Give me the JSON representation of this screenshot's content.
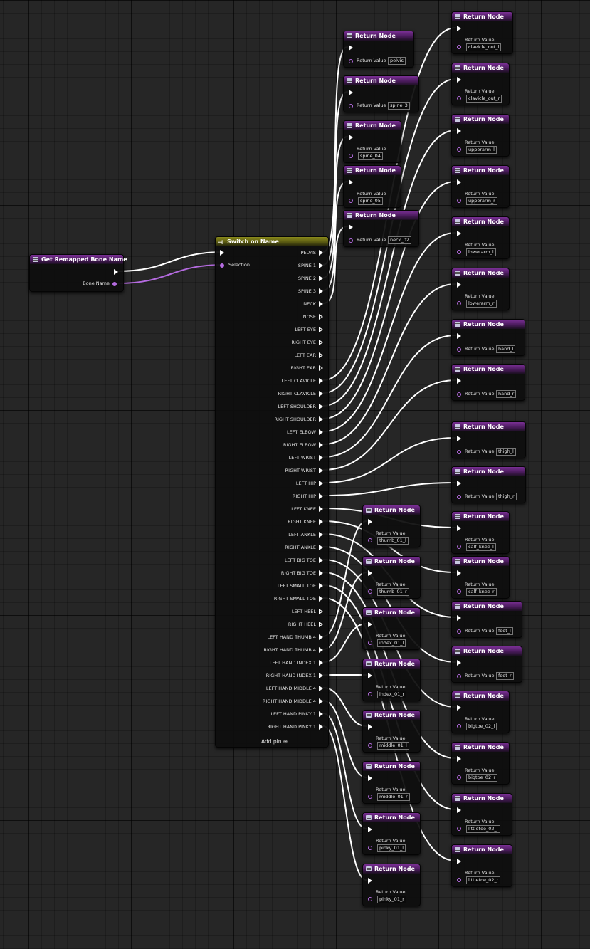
{
  "get_node": {
    "title": "Get Remapped Bone Name",
    "pin_label": "Bone Name"
  },
  "switch_node": {
    "title": "Switch on Name",
    "selection_label": "Selection",
    "add_pin_label": "Add pin",
    "pins": [
      "PELVIS",
      "SPINE 1",
      "SPINE 2",
      "SPINE 3",
      "NECK",
      "NOSE",
      "LEFT EYE",
      "RIGHT EYE",
      "LEFT EAR",
      "RIGHT EAR",
      "LEFT CLAVICLE",
      "RIGHT CLAVICLE",
      "LEFT SHOULDER",
      "RIGHT SHOULDER",
      "LEFT ELBOW",
      "RIGHT ELBOW",
      "LEFT WRIST",
      "RIGHT WRIST",
      "LEFT HIP",
      "RIGHT HIP",
      "LEFT KNEE",
      "RIGHT KNEE",
      "LEFT ANKLE",
      "RIGHT ANKLE",
      "LEFT BIG TOE",
      "RIGHT BIG TOE",
      "LEFT SMALL TOE",
      "RIGHT SMALL TOE",
      "LEFT HEEL",
      "RIGHT HEEL",
      "LEFT HAND THUMB 4",
      "RIGHT HAND THUMB 4",
      "LEFT HAND INDEX 1",
      "RIGHT HAND INDEX 1",
      "LEFT HAND MIDDLE 4",
      "RIGHT HAND MIDDLE 4",
      "LEFT HAND PINKY 1",
      "RIGHT HAND PINKY 1"
    ]
  },
  "return_node": {
    "title": "Return Node",
    "value_label": "Return Value"
  },
  "return_values": {
    "col1": [
      "pelvis",
      "spine_3",
      "spine_04",
      "spine_05",
      "neck_02"
    ],
    "col2": [
      "thumb_01_l",
      "thumb_01_r",
      "index_01_l",
      "index_01_r",
      "middle_01_l",
      "middle_01_r",
      "pinky_01_l",
      "pinky_01_r"
    ],
    "col3": [
      "clavicle_out_l",
      "clavicle_out_r",
      "upperarm_l",
      "upperarm_r",
      "lowerarm_l",
      "lowerarm_r",
      "hand_l",
      "hand_r",
      "thigh_l",
      "thigh_r",
      "calf_knee_l",
      "calf_knee_r",
      "foot_l",
      "foot_r",
      "bigtoe_02_l",
      "bigtoe_02_r",
      "littletoe_02_l",
      "littletoe_02_r"
    ]
  },
  "colors": {
    "exec_wire": "#ffffff",
    "name_wire": "#b56be0",
    "function_header": "#7a2f95",
    "switch_header": "#8a8a1c"
  }
}
